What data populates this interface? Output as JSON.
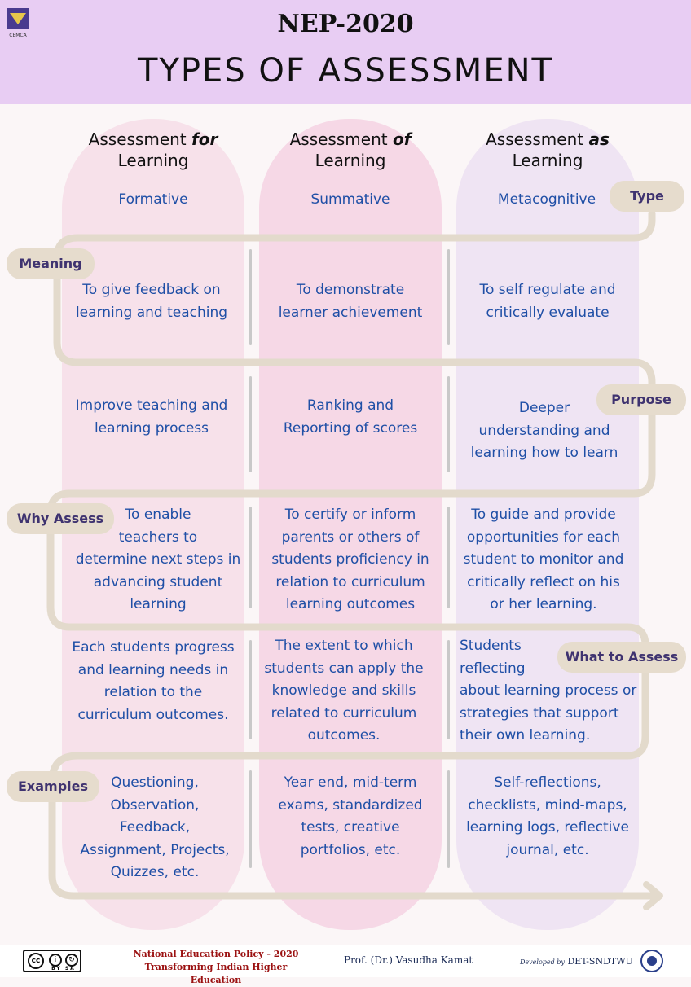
{
  "header": {
    "title": "NEP-2020",
    "subtitle": "TYPES OF ASSESSMENT",
    "logo_text": "CEMCA"
  },
  "columns": [
    {
      "head_pre": "Assessment ",
      "head_em": "for",
      "head_post": "Learning"
    },
    {
      "head_pre": "Assessment ",
      "head_em": "of",
      "head_post": "Learning"
    },
    {
      "head_pre": "Assessment ",
      "head_em": "as",
      "head_post": "Learning"
    }
  ],
  "rows": {
    "type": {
      "label": "Type",
      "cells": [
        "Formative",
        "Summative",
        "Metacognitive"
      ]
    },
    "meaning": {
      "label": "Meaning",
      "cells": [
        [
          "To give feedback on",
          "learning and teaching"
        ],
        [
          "To demonstrate",
          "learner achievement"
        ],
        [
          "To self regulate and",
          "critically evaluate"
        ]
      ]
    },
    "purpose": {
      "label": "Purpose",
      "cells": [
        [
          "Improve teaching and",
          "learning process"
        ],
        [
          "Ranking and",
          "Reporting of scores"
        ],
        [
          "Deeper",
          "understanding and",
          "learning how to learn"
        ]
      ]
    },
    "why": {
      "label": "Why Assess",
      "cells": [
        [
          "To enable",
          "teachers to",
          "determine next steps in",
          "advancing student",
          "learning"
        ],
        [
          "To certify or inform",
          "parents or others of",
          "students proficiency in",
          "relation to curriculum",
          "learning outcomes"
        ],
        [
          "To guide and provide",
          "opportunities for each",
          "student to monitor and",
          "critically reflect on his",
          "or her learning."
        ]
      ]
    },
    "what": {
      "label": "What to Assess",
      "cells": [
        [
          "Each students progress",
          "and learning needs in",
          "relation to the",
          "curriculum outcomes."
        ],
        [
          "The  extent to which",
          "students can apply the",
          "knowledge and  skills",
          "related to curriculum",
          "outcomes."
        ],
        [
          "Students",
          "reflecting",
          "about learning process or",
          "strategies   that   support",
          "their own learning."
        ]
      ]
    },
    "examples": {
      "label": "Examples",
      "cells": [
        [
          "Questioning,",
          "Observation,",
          "Feedback,",
          "Assignment, Projects,",
          "Quizzes, etc."
        ],
        [
          "Year end, mid-term",
          "exams, standardized",
          "tests, creative",
          "portfolios, etc."
        ],
        [
          "Self-reflections,",
          "checklists, mind-maps,",
          "learning logs, reflective",
          "journal, etc."
        ]
      ]
    }
  },
  "footer": {
    "license": "BY SA",
    "nep_line1": "National Education Policy - 2020",
    "nep_line2": "Transforming Indian Higher Education",
    "author": "Prof. (Dr.) Vasudha Kamat",
    "developed_by": "Developed by",
    "org": "DET-SNDTWU"
  },
  "colors": {
    "header_bg": "#e8cdf3",
    "cell_text": "#1f4fa6",
    "tag_bg": "#e6dccd",
    "tag_text": "#3f3370",
    "path": "#e3dacc"
  }
}
